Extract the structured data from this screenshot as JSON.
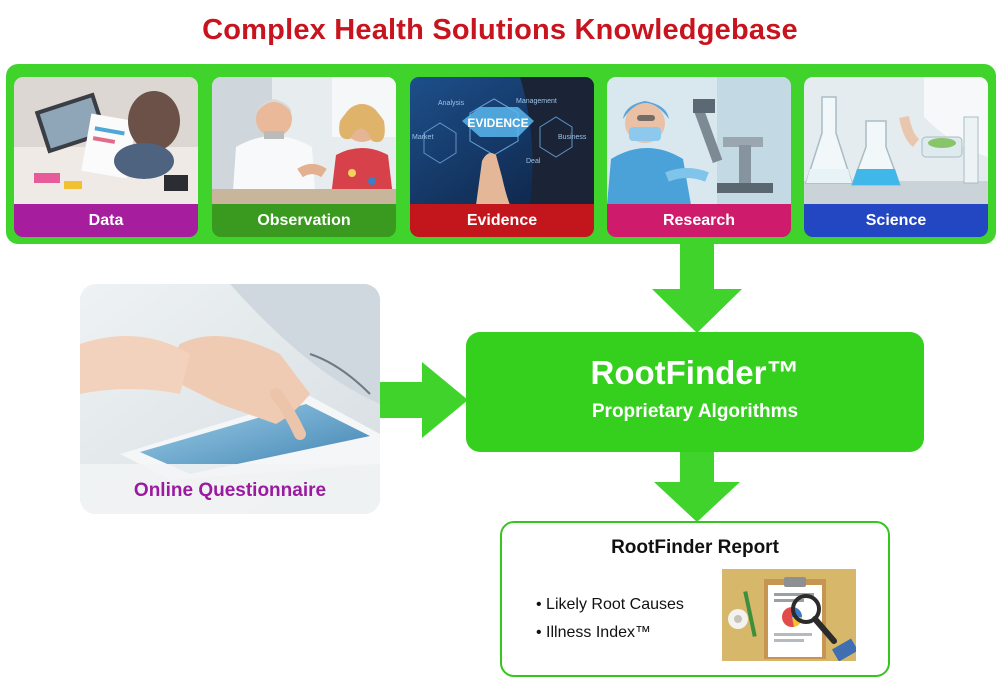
{
  "header": {
    "title": "Complex Health Solutions Knowledgebase"
  },
  "knowledgebase": {
    "cards": [
      {
        "label": "Data",
        "color": "#a61e9e"
      },
      {
        "label": "Observation",
        "color": "#3a9a1f"
      },
      {
        "label": "Evidence",
        "color": "#c3161c"
      },
      {
        "label": "Research",
        "color": "#cf1b6b"
      },
      {
        "label": "Science",
        "color": "#2346c2"
      }
    ],
    "evidence_words": [
      "EVIDENCE",
      "Analysis",
      "Management",
      "Market",
      "Business",
      "Deal"
    ]
  },
  "rootfinder": {
    "title": "RootFinder™",
    "subtitle": "Proprietary Algorithms"
  },
  "questionnaire": {
    "label": "Online Questionnaire"
  },
  "report": {
    "title": "RootFinder Report",
    "bullets": [
      "Likely Root Causes",
      "Illness Index™"
    ]
  },
  "colors": {
    "green": "#3fd32c",
    "title_red": "#c8141e",
    "questionnaire_purple": "#9a1aa0"
  }
}
